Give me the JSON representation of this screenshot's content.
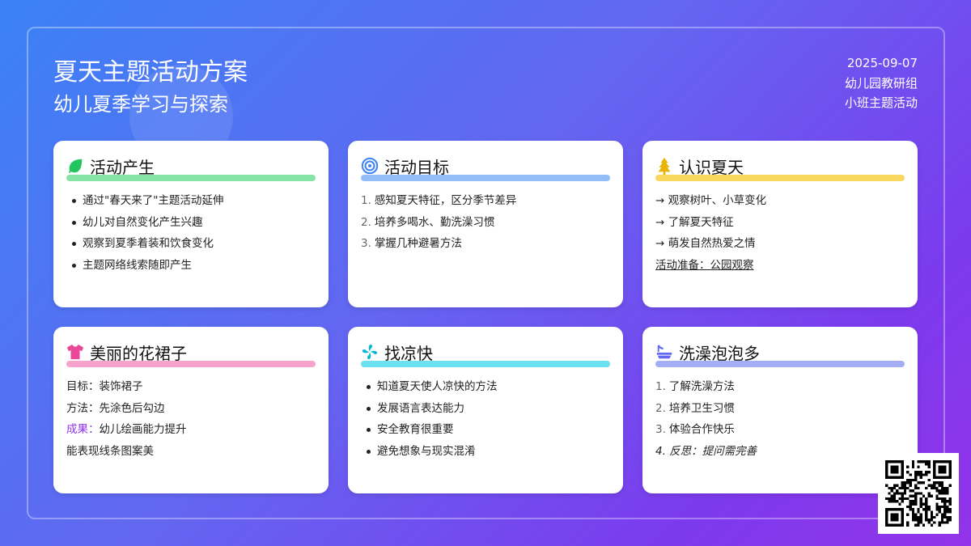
{
  "header": {
    "title": "夏天主题活动方案",
    "subtitle": "幼儿夏季学习与探索",
    "date": "2025-09-07",
    "organization": "幼儿园教研组",
    "category": "小班主题活动"
  },
  "cards": [
    {
      "title": "活动产生",
      "icon": "leaf-icon",
      "color": "#86e3a6",
      "items": [
        "通过\"春天来了\"主题活动延伸",
        "幼儿对自然变化产生兴趣",
        "观察到夏季着装和饮食变化",
        "主题网络线索随即产生"
      ]
    },
    {
      "title": "活动目标",
      "icon": "target-icon",
      "color": "#93bdf6",
      "items": [
        {
          "n": "1.",
          "t": "感知夏天特征，区分季节差异"
        },
        {
          "n": "2.",
          "t": "培养多喝水、勤洗澡习惯"
        },
        {
          "n": "3.",
          "t": "掌握几种避暑方法"
        }
      ]
    },
    {
      "title": "认识夏天",
      "icon": "tree-icon",
      "color": "#f9d85f",
      "items": [
        "→ 观察树叶、小草变化",
        "→ 了解夏天特征",
        "→ 萌发自然热爱之情"
      ],
      "note": "活动准备：公园观察"
    },
    {
      "title": "美丽的花裙子",
      "icon": "shirt-icon",
      "color": "#f5a3cd",
      "items": [
        {
          "label": "目标：",
          "text": "装饰裙子"
        },
        {
          "label": "方法：",
          "text": "先涂色后勾边"
        },
        {
          "label": "成果：",
          "text": "幼儿绘画能力提升"
        },
        {
          "label": "",
          "text": "能表现线条图案美"
        }
      ]
    },
    {
      "title": "找凉快",
      "icon": "fan-icon",
      "color": "#6be0f0",
      "items": [
        "知道夏天使人凉快的方法",
        "发展语言表达能力",
        "安全教育很重要",
        "避免想象与现实混淆"
      ]
    },
    {
      "title": "洗澡泡泡多",
      "icon": "bathtub-icon",
      "color": "#a5aef3",
      "items": [
        {
          "n": "1.",
          "t": "了解洗澡方法"
        },
        {
          "n": "2.",
          "t": "培养卫生习惯"
        },
        {
          "n": "3.",
          "t": "体验合作快乐"
        }
      ],
      "reflection": "4. 反思：提问需完善"
    }
  ],
  "accent": {
    "result_label": "#9333ea"
  }
}
